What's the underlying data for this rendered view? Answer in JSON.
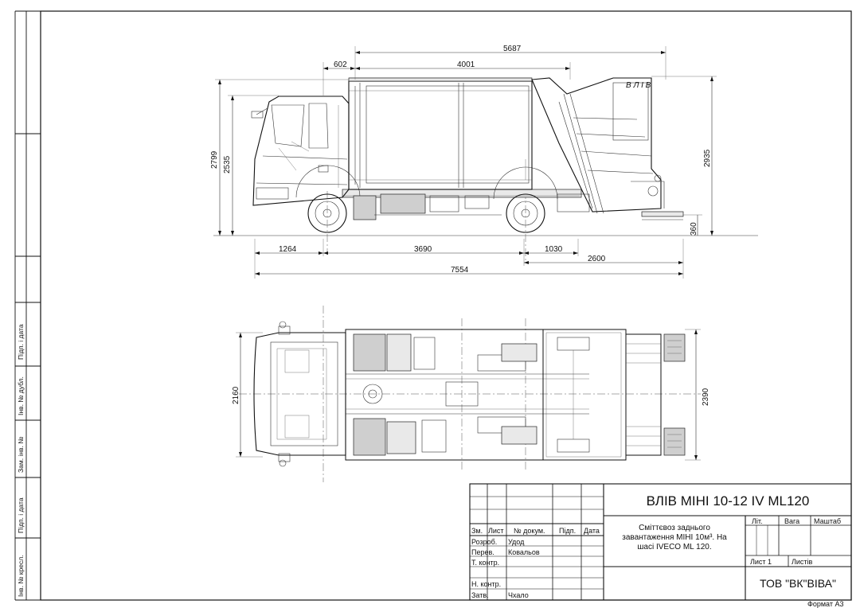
{
  "side_view": {
    "dims": {
      "overall_top": "5687",
      "front_overhang_top": "602",
      "body_length": "4001",
      "height_total": "2799",
      "height_cab": "2535",
      "height_body": "2935",
      "rear_step_height": "360",
      "front_overhang": "1264",
      "wheelbase": "3690",
      "rear_overhang": "1030",
      "rear_length": "2600",
      "overall_length": "7554"
    },
    "brand_mark": "В Л І В"
  },
  "top_view": {
    "dims": {
      "cab_width": "2160",
      "body_width": "2390"
    }
  },
  "side_stamp": {
    "labels": [
      "Підп. і дата",
      "Інв. № дубл.",
      "Зам. інв. №",
      "Підп. і дата",
      "Інв. № кресл."
    ]
  },
  "title_block": {
    "title": "ВЛІВ МІНІ 10-12 IV ML120",
    "description": [
      "Сміттєвоз заднього",
      "завантаження МІНІ 10м³. На",
      "шасі IVECO ML 120."
    ],
    "headers": {
      "change": "Зм.",
      "sheet": "Лист",
      "doc_no": "№ докум.",
      "signature": "Підп.",
      "date": "Дата"
    },
    "roles": [
      {
        "role": "Розроб.",
        "name": "Удод"
      },
      {
        "role": "Перев.",
        "name": "Ковальов"
      },
      {
        "role": "Т. контр.",
        "name": ""
      },
      {
        "role": "",
        "name": ""
      },
      {
        "role": "Н. контр.",
        "name": ""
      },
      {
        "role": "Затв.",
        "name": "Чхало"
      }
    ],
    "lit": "Літ.",
    "mass": "Вага",
    "scale": "Маштаб",
    "sheet_no": "Лист 1",
    "sheets": "Листів",
    "company": "ТОВ \"ВК\"ВІВА\"",
    "format": "Формат А3"
  }
}
